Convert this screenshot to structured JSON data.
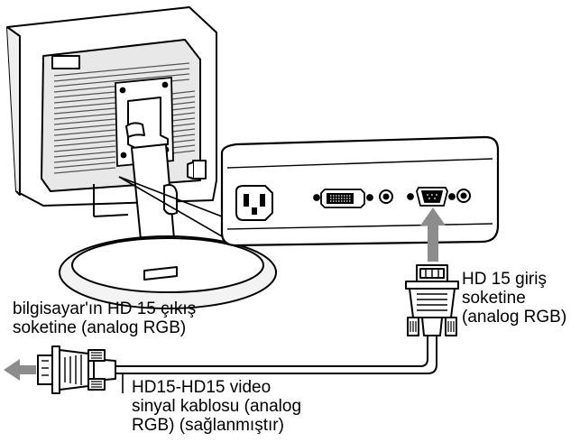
{
  "labels": {
    "input_socket": [
      "HD 15 giriş",
      "soketine",
      "(analog RGB)"
    ],
    "computer_output": [
      "bilgisayar'ın HD 15 çıkış",
      "soketine (analog RGB)"
    ],
    "cable": [
      "HD15-HD15 video",
      "sinyal kablosu (analog",
      "RGB) (sağlanmıştır)"
    ]
  },
  "colors": {
    "line": "#000000",
    "arrow": "#8c8c8c",
    "panel_fill": "#f5f5f5",
    "monitor_back": "#e8e8e8",
    "vent": "#555555"
  }
}
